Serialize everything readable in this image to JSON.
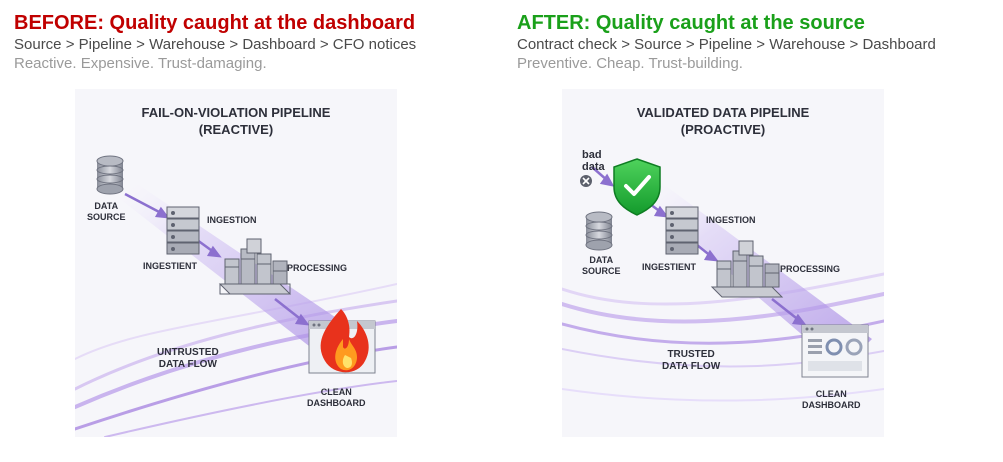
{
  "before": {
    "headline": "BEFORE: Quality caught at the dashboard",
    "flow": "Source > Pipeline > Warehouse > Dashboard > CFO notices",
    "verdict": "Reactive. Expensive. Trust-damaging.",
    "panel": {
      "title_line1": "FAIL-ON-VIOLATION PIPELINE",
      "title_line2": "(REACTIVE)",
      "data_source_1": "DATA",
      "data_source_2": "SOURCE",
      "ingestion": "INGESTION",
      "ingestient": "INGESTIENT",
      "processing": "PROCESSING",
      "flow_1": "UNTRUSTED",
      "flow_2": "DATA FLOW",
      "dashboard_1": "CLEAN",
      "dashboard_2": "DASHBOARD"
    }
  },
  "after": {
    "headline": "AFTER: Quality caught at the source",
    "flow": "Contract check > Source > Pipeline > Warehouse > Dashboard",
    "verdict": "Preventive. Cheap. Trust-building.",
    "panel": {
      "title_line1": "VALIDATED DATA PIPELINE",
      "title_line2": "(PROACTIVE)",
      "bad_data_1": "bad",
      "bad_data_2": "data",
      "data_source_1": "DATA",
      "data_source_2": "SOURCE",
      "ingestion": "INGESTION",
      "ingestient": "INGESTIENT",
      "processing": "PROCESSING",
      "flow_1": "TRUSTED",
      "flow_2": "DATA FLOW",
      "dashboard_1": "CLEAN",
      "dashboard_2": "DASHBOARD"
    }
  },
  "colors": {
    "before_headline": "#c00000",
    "after_headline": "#1aa01a",
    "flow_purple": "#a58be0",
    "shield_green": "#1fa83a",
    "flame_red": "#e8321c"
  },
  "icons": [
    "database-icon",
    "server-stack-icon",
    "server-cluster-icon",
    "dashboard-window-icon",
    "flame-icon",
    "shield-check-icon",
    "reject-x-icon",
    "arrow-icon"
  ]
}
